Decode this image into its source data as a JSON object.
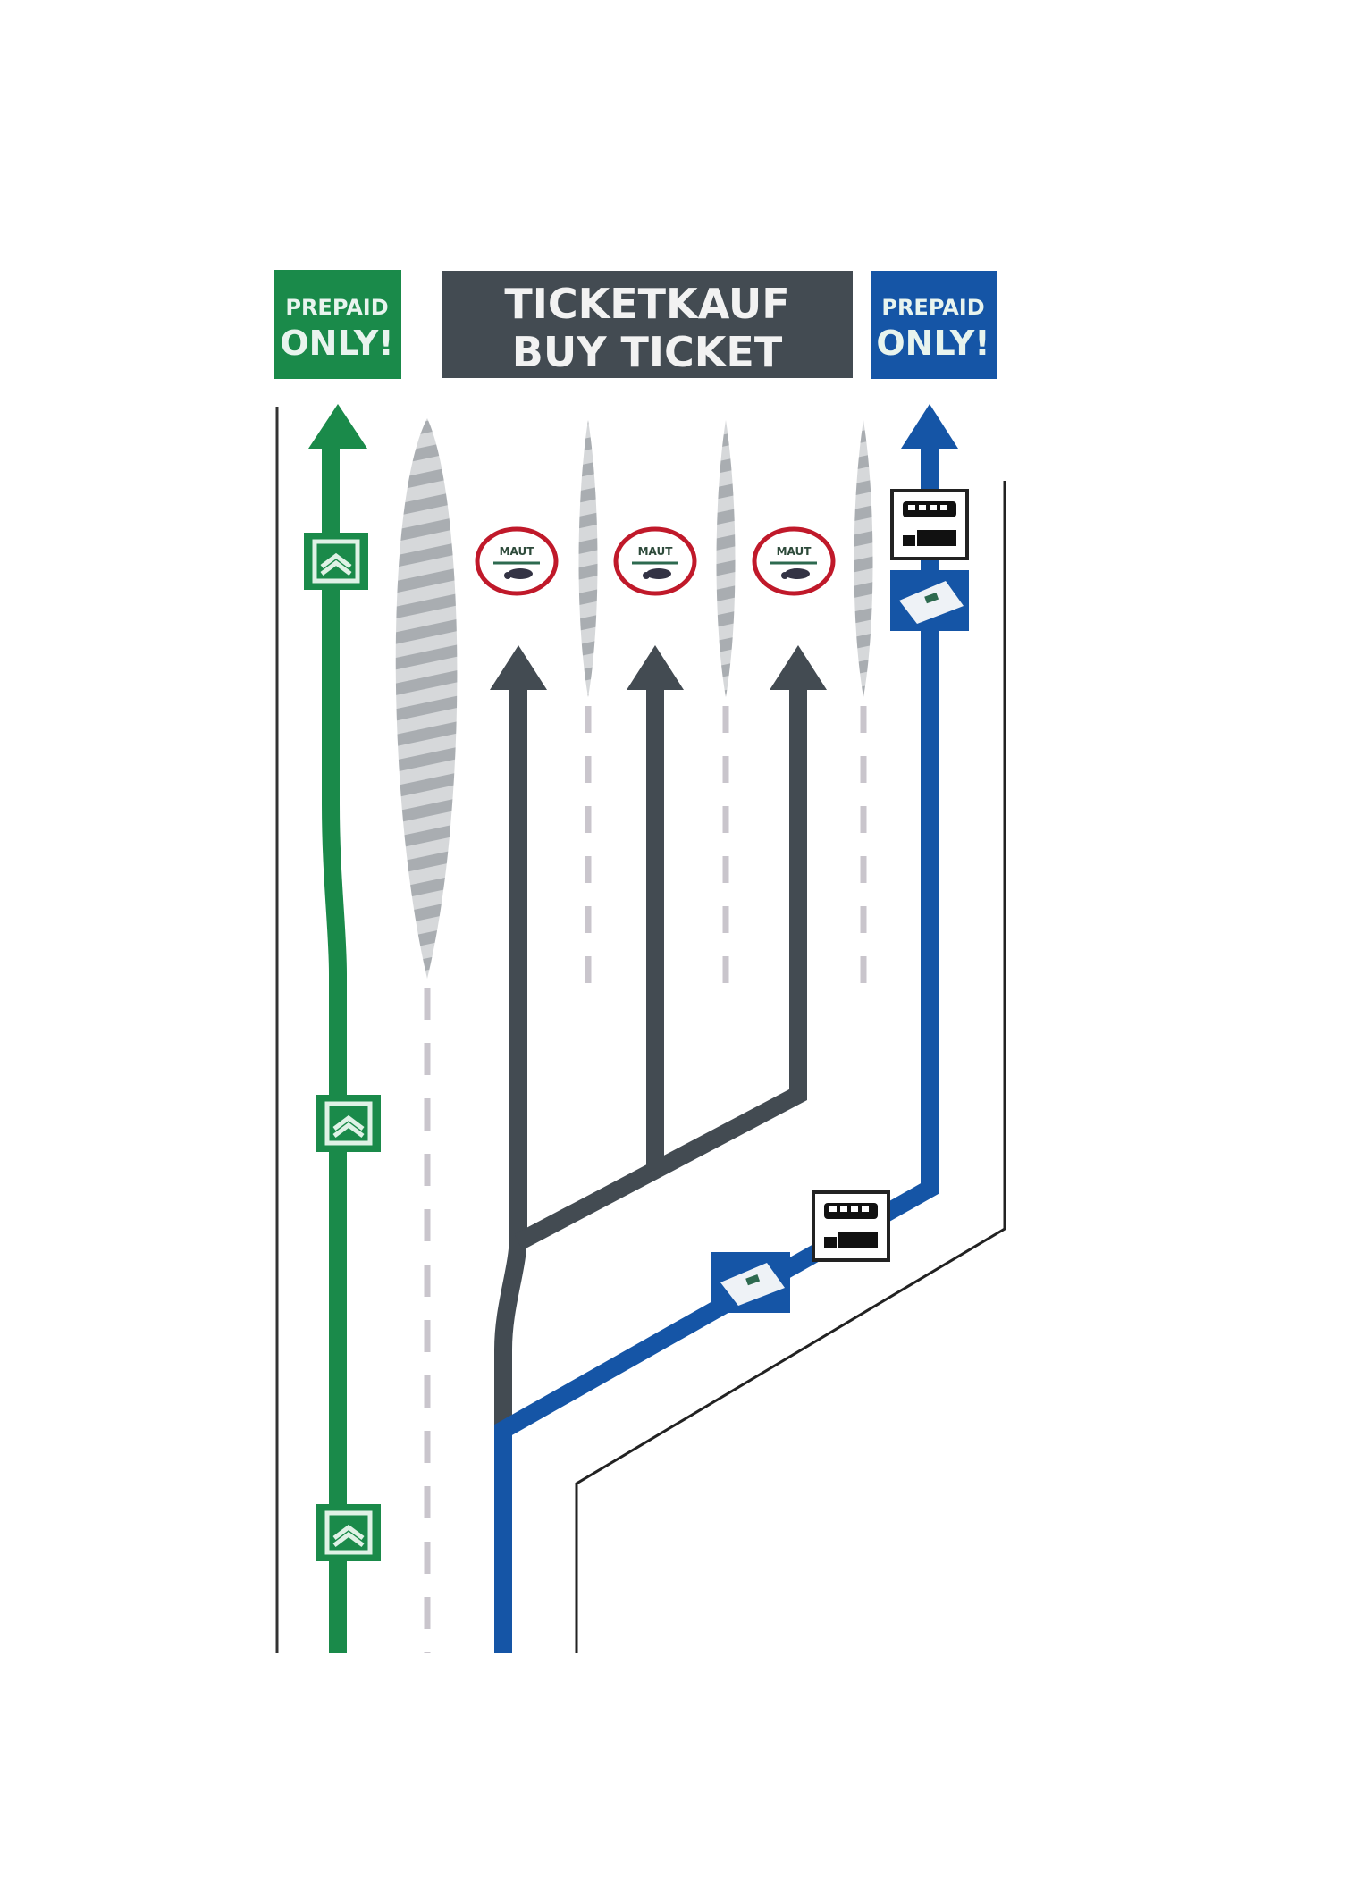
{
  "signs": {
    "left": {
      "line1": "PREPAID",
      "line2": "ONLY!",
      "color": "#1a8a4a"
    },
    "center": {
      "line1": "TICKETKAUF",
      "line2": "BUY TICKET",
      "color": "#434b52"
    },
    "right": {
      "line1": "PREPAID",
      "line2": "ONLY!",
      "color": "#1555a6"
    }
  },
  "toll_signs": [
    {
      "label": "MAUT"
    },
    {
      "label": "MAUT"
    },
    {
      "label": "MAUT"
    }
  ],
  "lanes": {
    "prepaid_left": {
      "color": "#1a8a4a",
      "icon": "prepaid-tag-icon",
      "sign_count": 3
    },
    "ticket_purchase": {
      "color": "#434b52",
      "lane_count": 3
    },
    "prepaid_right": {
      "color": "#1555a6",
      "icons": [
        "bus-truck-icon",
        "card-icon"
      ]
    }
  },
  "colors": {
    "green": "#1a8a4a",
    "blue": "#1555a6",
    "gray": "#434b52",
    "hatch": "#b8bcc0",
    "toll_red": "#c0192a",
    "edge": "#333333"
  }
}
